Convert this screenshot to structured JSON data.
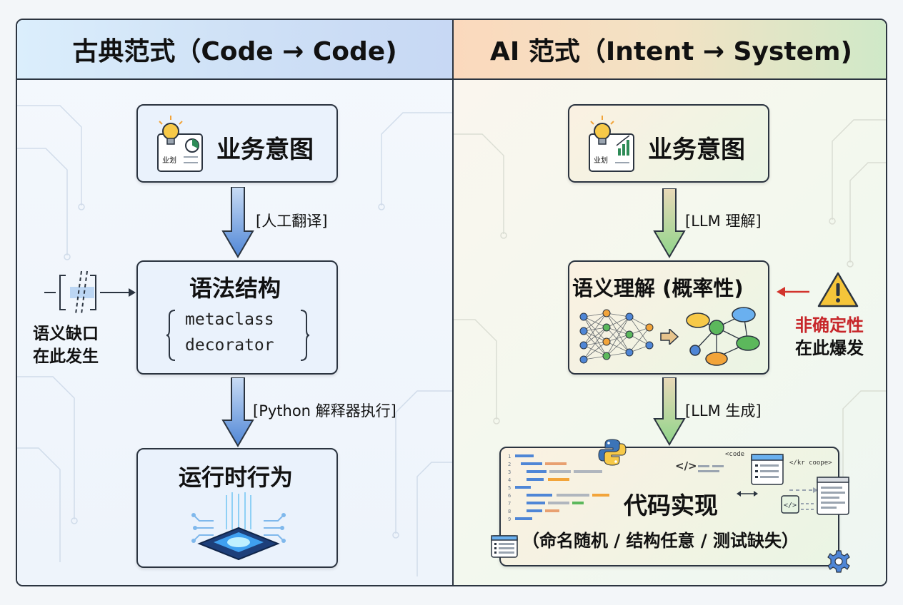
{
  "left": {
    "header": "古典范式（Code → Code)",
    "intent_box": {
      "title": "业务意图",
      "doc_label": "业划"
    },
    "arrow1_label": "[人工翻译]",
    "syntax_box": {
      "title": "语法结构",
      "code_lines": [
        "metaclass",
        "decorator"
      ]
    },
    "gap_note": [
      "语义缺口",
      "在此发生"
    ],
    "arrow2_label": "[Python 解释器执行]",
    "runtime_box": {
      "title": "运行时行为"
    }
  },
  "right": {
    "header": "AI 范式（Intent → System)",
    "intent_box": {
      "title": "业务意图",
      "doc_label": "业划"
    },
    "arrow1_label": "[LLM 理解]",
    "semantic_box": {
      "title": "语义理解 (概率性)"
    },
    "warning_note": {
      "line1": "非确定性",
      "line2": "在此爆发"
    },
    "arrow2_label": "[LLM 生成]",
    "code_box": {
      "title": "代码实现",
      "subtitle": "（命名随机 / 结构任意 / 测试缺失）",
      "tag_code": "</>",
      "tag_small": "<code",
      "tag_kr": "</kr coope>",
      "tag_bracket": "</>",
      "line_numbers": [
        "1",
        "2",
        "3",
        "4",
        "5",
        "6",
        "7",
        "8",
        "9"
      ]
    }
  },
  "colors": {
    "left_header": "#cfe1f6",
    "right_header": "#f2e2c4",
    "blue_arrow": "#4f86d6",
    "green_arrow": "#8fd48a",
    "red_arrow": "#d2342c",
    "warning_red": "#c7262a",
    "warning_yellow": "#f5c53a",
    "bulb": "#f7c948"
  }
}
